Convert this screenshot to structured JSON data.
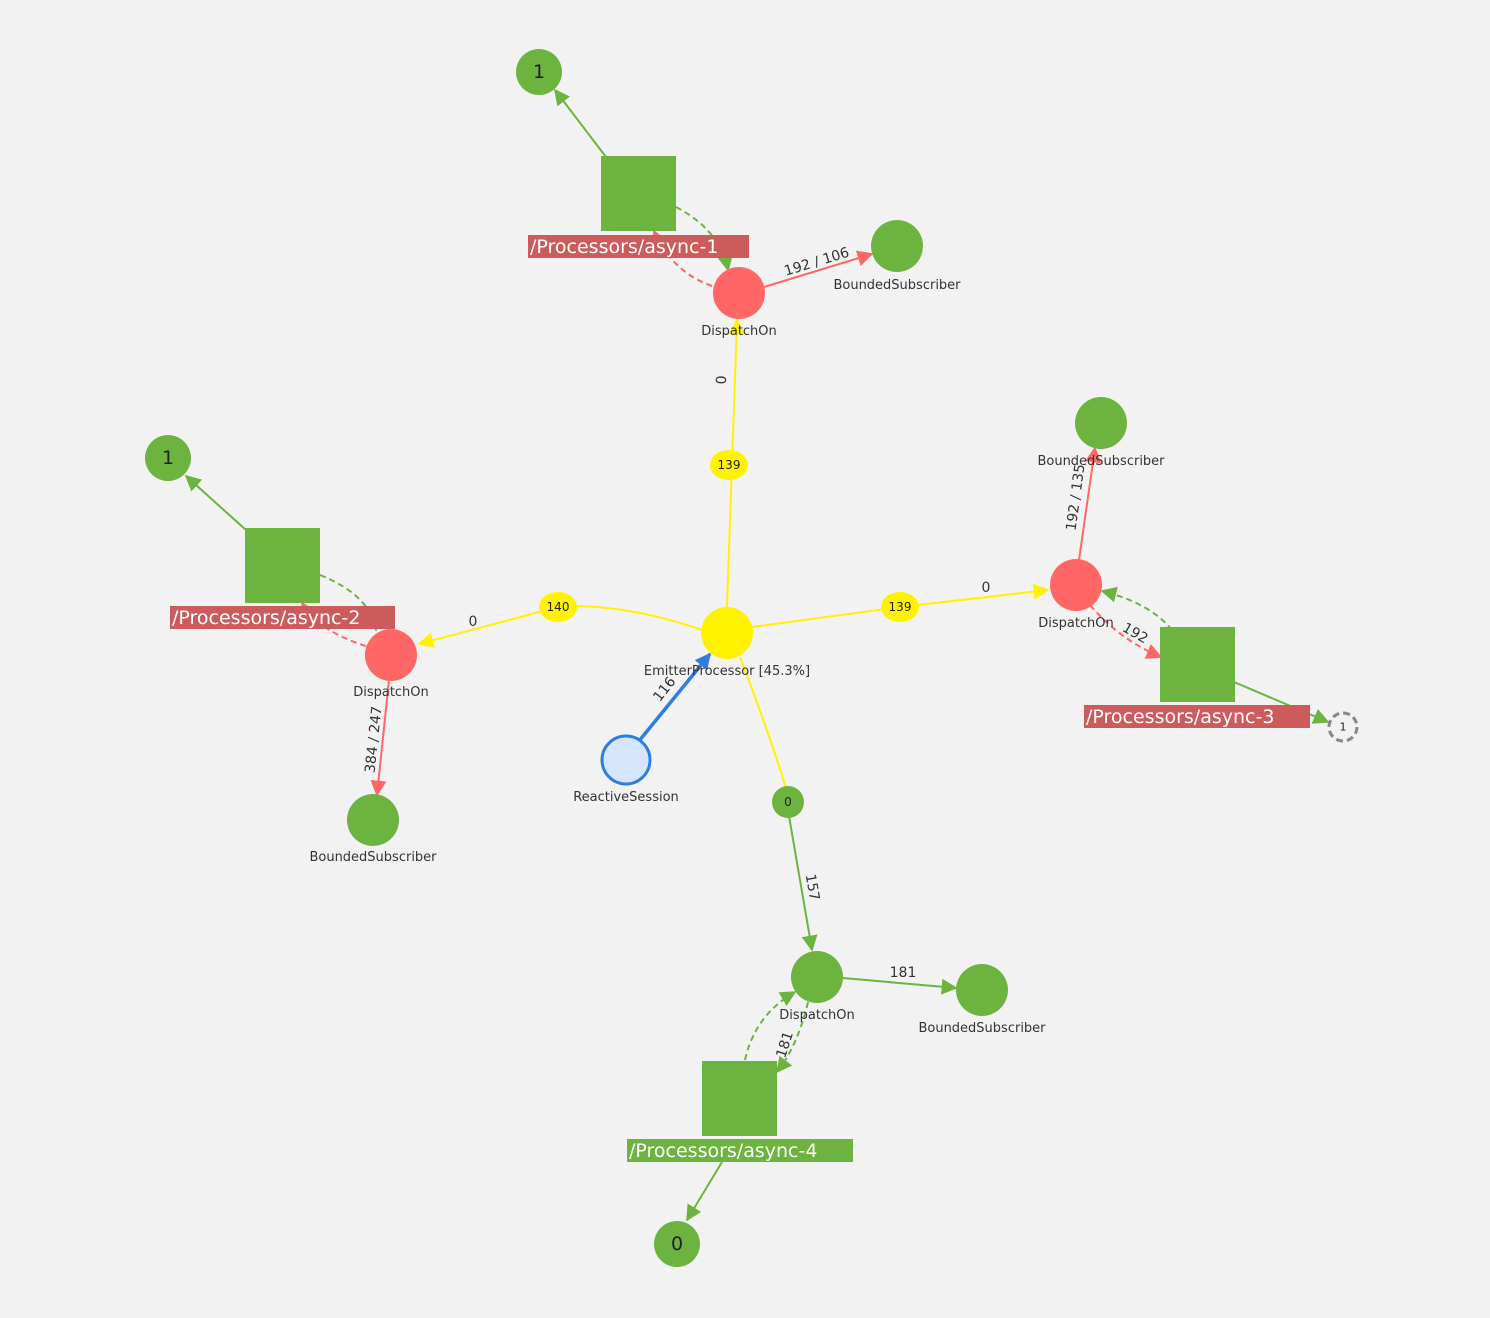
{
  "colors": {
    "background": "#f2f2f2",
    "green": "#6db33f",
    "red": "#ff6666",
    "red_label": "#cc5c5c",
    "yellow": "#fff200",
    "blue": "#2f7de1",
    "blue_fill": "#d5e5fb",
    "dashed_gray": "#888888"
  },
  "nodes": {
    "emitter": {
      "label": "EmitterProcessor [45.3%]"
    },
    "session": {
      "label": "ReactiveSession"
    },
    "dispatch1": {
      "label": "DispatchOn"
    },
    "dispatch2": {
      "label": "DispatchOn"
    },
    "dispatch3": {
      "label": "DispatchOn"
    },
    "dispatch4": {
      "label": "DispatchOn"
    },
    "sub1": {
      "label": "BoundedSubscriber"
    },
    "sub2": {
      "label": "BoundedSubscriber"
    },
    "sub3": {
      "label": "BoundedSubscriber"
    },
    "sub4": {
      "label": "BoundedSubscriber"
    },
    "proc1": {
      "label": "/Processors/async-1"
    },
    "proc2": {
      "label": "/Processors/async-2"
    },
    "proc3": {
      "label": "/Processors/async-3"
    },
    "proc4": {
      "label": "/Processors/async-4"
    },
    "count1": {
      "label": "1"
    },
    "count2": {
      "label": "1"
    },
    "count3": {
      "label": "1"
    },
    "count4": {
      "label": "0"
    }
  },
  "badges": {
    "b_up": "139",
    "b_left": "140",
    "b_right": "139",
    "b_down": "0"
  },
  "edges": {
    "session_emitter": "116",
    "to_dispatch1": "0",
    "to_dispatch2": "0",
    "to_dispatch3": "0",
    "to_dispatch4": "157",
    "dispatch1_sub1": "192 / 106",
    "dispatch2_sub2": "384 / 247",
    "dispatch3_sub3": "192 / 135",
    "dispatch4_sub4": "181",
    "dispatch3_proc3": "192",
    "dispatch4_proc4": "181"
  }
}
